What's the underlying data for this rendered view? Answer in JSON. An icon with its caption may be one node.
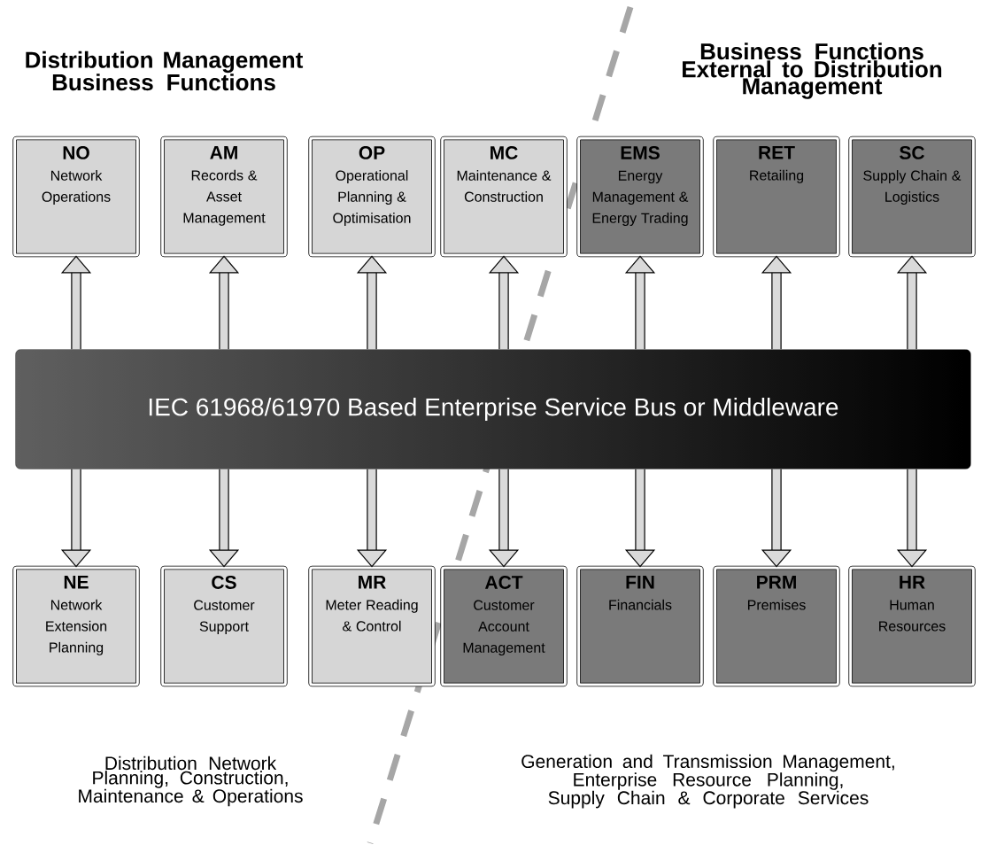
{
  "diagram": {
    "nodes": [
      {
        "text": [
          "NO",
          "Network Operations"
        ]
      },
      {
        "text": [
          "AM",
          "Records & Asset Management"
        ]
      },
      {
        "text": [
          "OP",
          "Operational Planning & Optimisation"
        ]
      },
      {
        "text": [
          "MC",
          "Maintenance & Construction"
        ]
      },
      {
        "text": [
          "EMS",
          "Energy Management & Energy Trading"
        ]
      },
      {
        "text": [
          "RET",
          "Retailing"
        ]
      },
      {
        "text": [
          "SC",
          "Supply Chain & Logistics"
        ]
      },
      {
        "text": [
          "IEC 61968/61970 Based Enterprise Service Bus or Middleware"
        ]
      },
      {
        "text": [
          "NE",
          "Network Extension Planning"
        ]
      },
      {
        "text": [
          "CS",
          "Customer Support"
        ]
      },
      {
        "text": [
          "MR",
          "Meter Reading & Control"
        ]
      },
      {
        "text": [
          "ACT",
          "Customer Account Management"
        ]
      },
      {
        "text": [
          "FIN",
          "Financials"
        ]
      },
      {
        "text": [
          "PRM",
          "Premises"
        ]
      },
      {
        "text": [
          "HR",
          "Human Resources"
        ]
      }
    ],
    "edges": [
      {
        "from": 7,
        "to": 0,
        "arrow": "to"
      },
      {
        "from": 7,
        "to": 1,
        "arrow": "to"
      },
      {
        "from": 7,
        "to": 2,
        "arrow": "to"
      },
      {
        "from": 7,
        "to": 3,
        "arrow": "to"
      },
      {
        "from": 7,
        "to": 4,
        "arrow": "to"
      },
      {
        "from": 7,
        "to": 5,
        "arrow": "to"
      },
      {
        "from": 7,
        "to": 6,
        "arrow": "to"
      },
      {
        "from": 7,
        "to": 8,
        "arrow": "to"
      },
      {
        "from": 7,
        "to": 9,
        "arrow": "to"
      },
      {
        "from": 7,
        "to": 10,
        "arrow": "to"
      },
      {
        "from": 7,
        "to": 11,
        "arrow": "to"
      },
      {
        "from": 7,
        "to": 12,
        "arrow": "to"
      },
      {
        "from": 7,
        "to": 13,
        "arrow": "to"
      },
      {
        "from": 7,
        "to": 14,
        "arrow": "to"
      }
    ],
    "labels": [
      "Distribution Management Business Functions",
      "Business Functions External to Distribution Management",
      "Distribution Network Planning, Construction, Maintenance & Operations",
      "Generation and Transmission Management, Enterprise Resource Planning, Supply Chain & Corporate Services"
    ]
  }
}
